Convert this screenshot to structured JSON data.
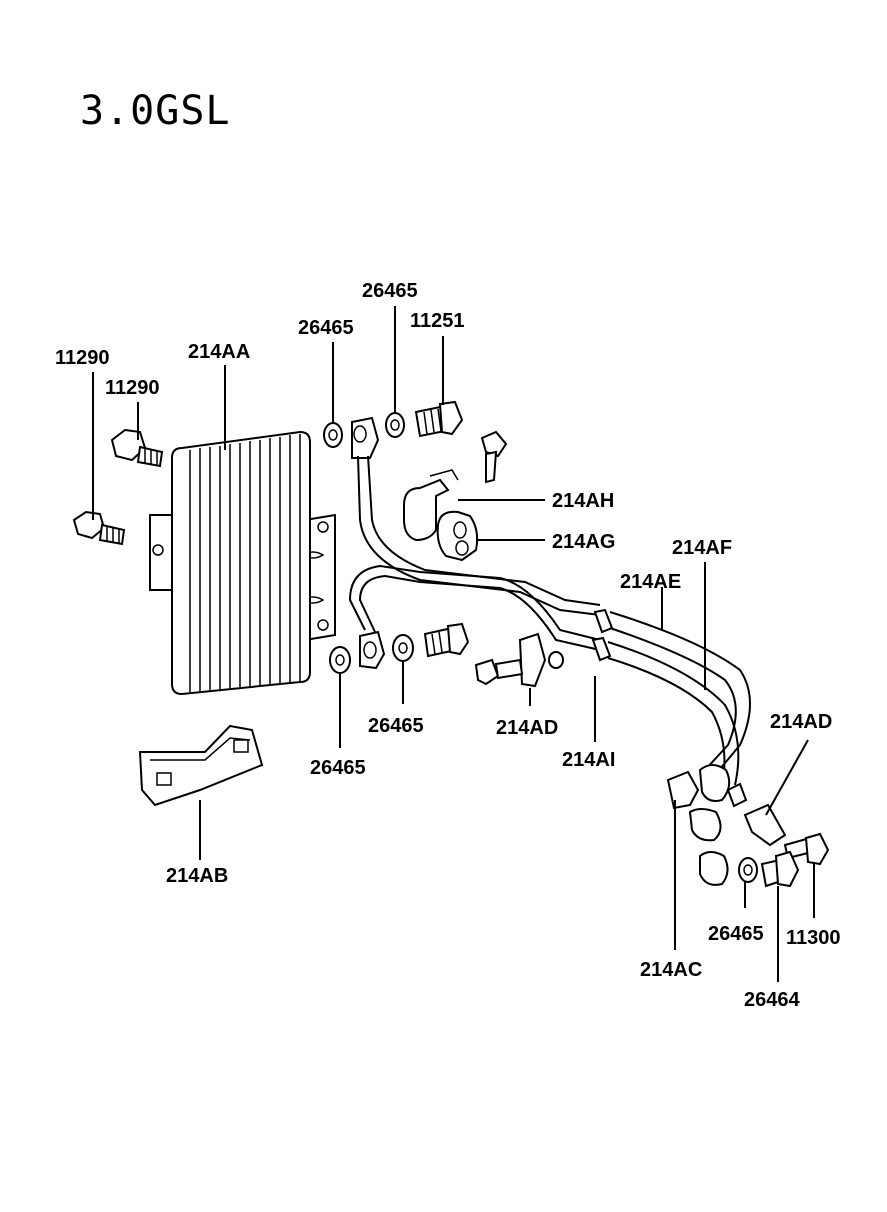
{
  "title": "3.0GSL",
  "labels": {
    "l11290a": "11290",
    "l11290b": "11290",
    "l214AA": "214AA",
    "l26465a": "26465",
    "l26465b": "26465",
    "l11251": "11251",
    "l214AH": "214AH",
    "l214AG": "214AG",
    "l214AF": "214AF",
    "l214AE": "214AE",
    "l26465c": "26465",
    "l26465d": "26465",
    "l214ADa": "214AD",
    "l214AI": "214AI",
    "l214ADb": "214AD",
    "l214AB": "214AB",
    "l214AC": "214AC",
    "l26465e": "26465",
    "l11300": "11300",
    "l26464": "26464"
  },
  "colors": {
    "ink": "#000000",
    "paper": "#ffffff"
  }
}
